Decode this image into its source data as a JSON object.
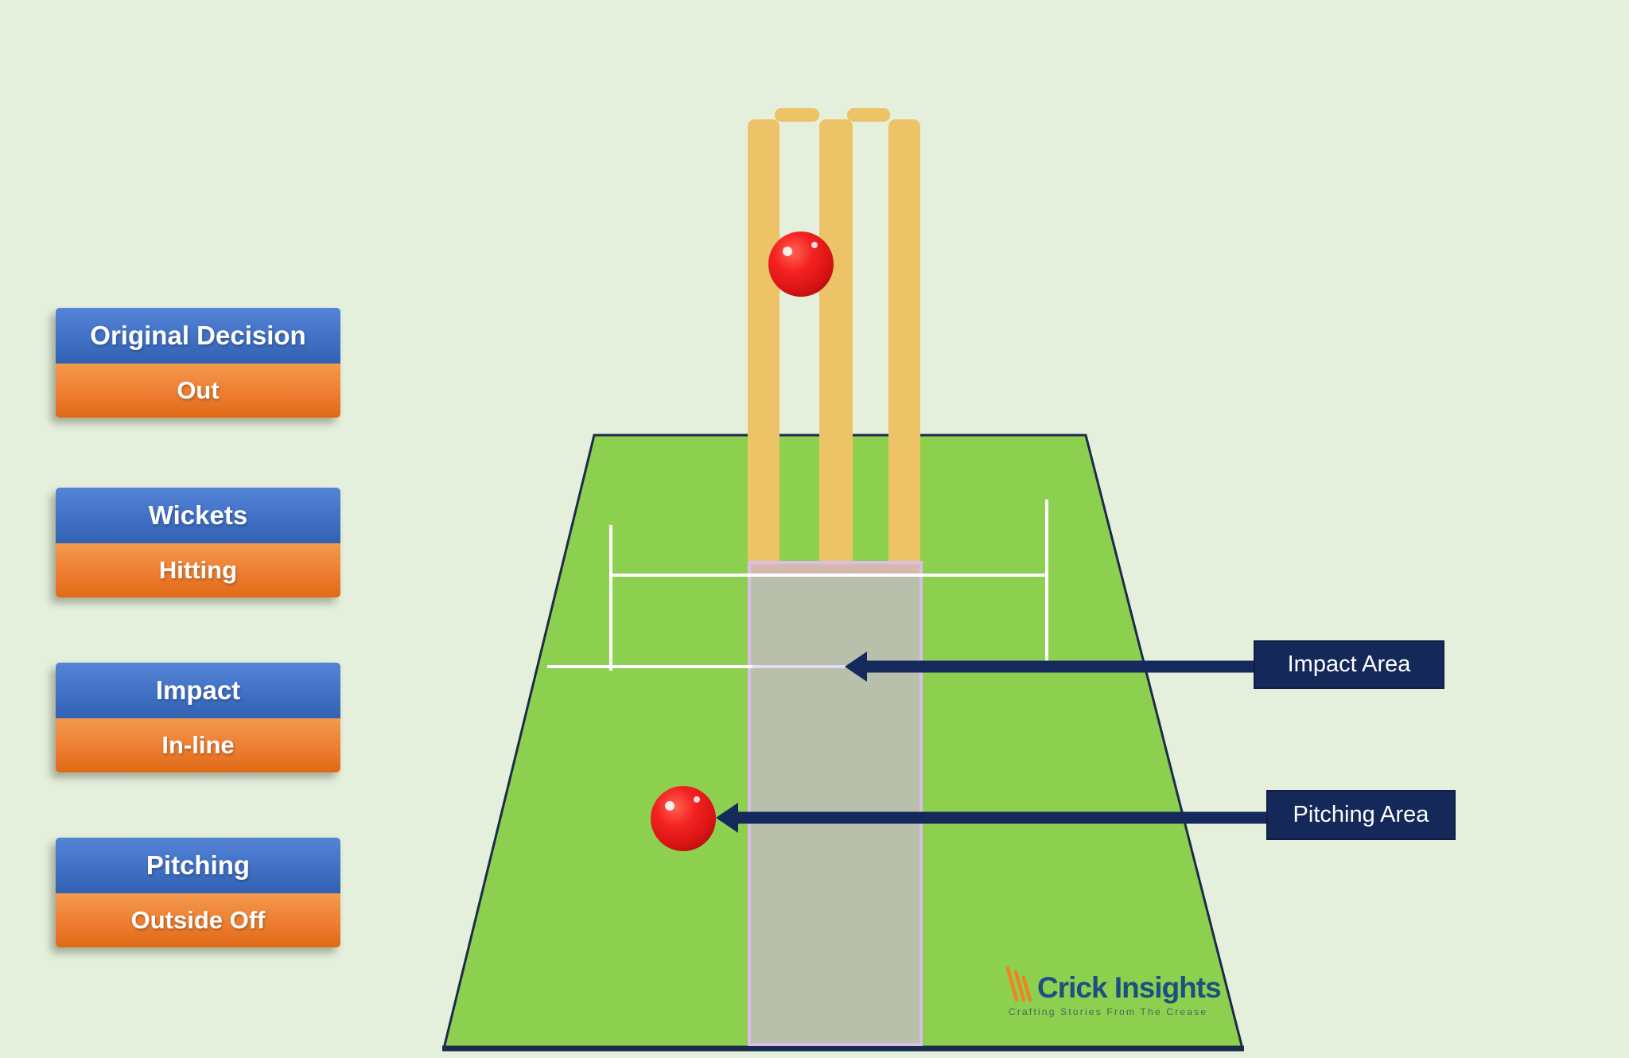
{
  "info_cards": [
    {
      "title": "Original Decision",
      "value": "Out"
    },
    {
      "title": "Wickets",
      "value": "Hitting"
    },
    {
      "title": "Impact",
      "value": "In-line"
    },
    {
      "title": "Pitching",
      "value": "Outside Off"
    }
  ],
  "area_labels": [
    {
      "label": "Impact Area"
    },
    {
      "label": "Pitching Area"
    }
  ],
  "logo": {
    "name": "Crick Insights",
    "tagline": "Crafting Stories From The Crease"
  },
  "colors": {
    "background": "#e4efdc",
    "ground_green": "#8dd04f",
    "pitch_strip_gray": "#b8bfab",
    "strip_border_lavender": "#d9bfe8",
    "stump_zone_pink": "#e4b4bd",
    "stump_tan": "#ecc366",
    "crease_white": "#ffffff",
    "card_blue": "#4472c4",
    "card_orange": "#ed7d31",
    "label_navy": "#14285a",
    "arrow_navy": "#15295c",
    "ball_red": "#e21d1d",
    "logo_blue": "#1d5080",
    "logo_orange": "#ef8324",
    "logo_tagline_teal": "#43685c"
  }
}
